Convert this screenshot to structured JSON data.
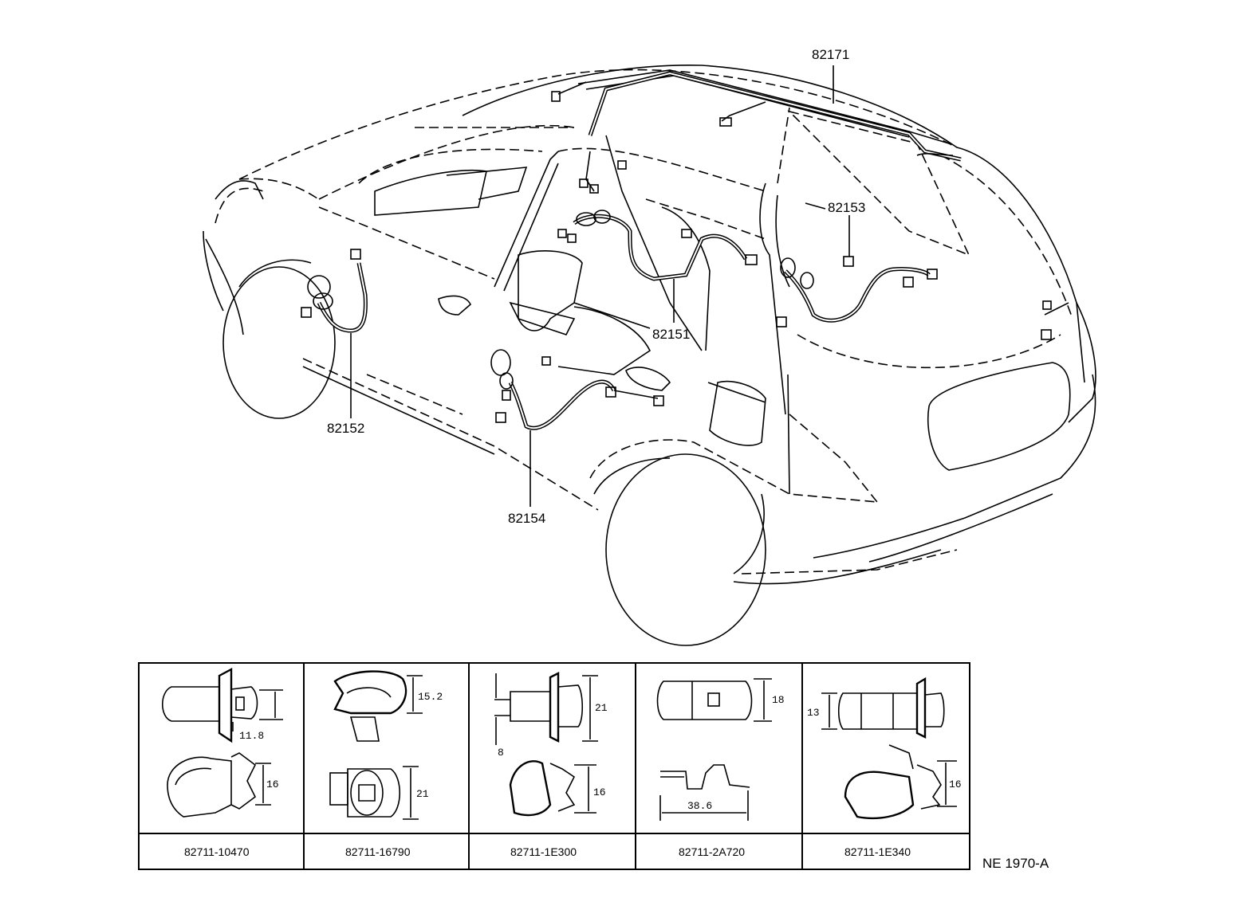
{
  "callouts": [
    {
      "id": "82171",
      "text": "82171"
    },
    {
      "id": "82153",
      "text": "82153"
    },
    {
      "id": "82151",
      "text": "82151"
    },
    {
      "id": "82152",
      "text": "82152"
    },
    {
      "id": "82154",
      "text": "82154"
    }
  ],
  "clip_table": {
    "cells": [
      {
        "part_no": "82711-10470",
        "dims": [
          "11.8",
          "16"
        ]
      },
      {
        "part_no": "82711-16790",
        "dims": [
          "15.2",
          "21"
        ]
      },
      {
        "part_no": "82711-1E300",
        "dims": [
          "21",
          "8",
          "16"
        ]
      },
      {
        "part_no": "82711-2A720",
        "dims": [
          "18",
          "38.6"
        ]
      },
      {
        "part_no": "82711-1E340",
        "dims": [
          "13",
          "16"
        ]
      }
    ]
  },
  "diagram_code": "NE 1970-A"
}
